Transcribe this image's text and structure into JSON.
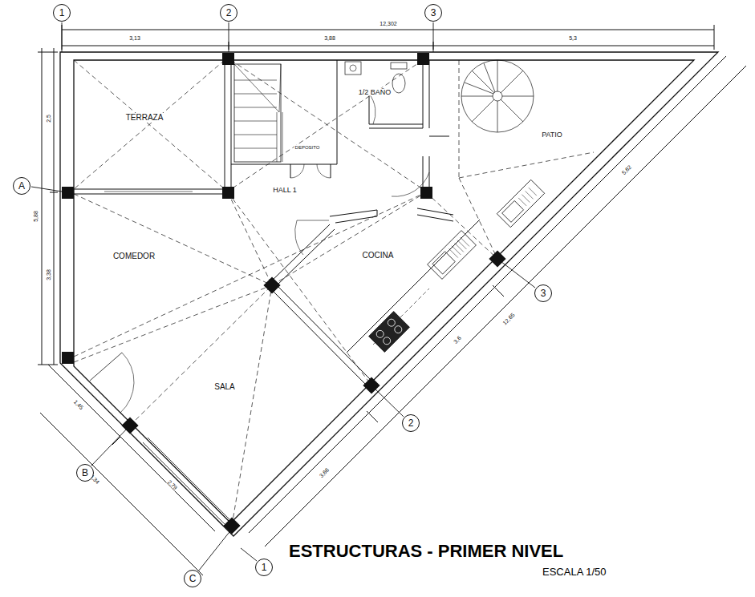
{
  "diagram": {
    "title": "ESTRUCTURAS - PRIMER NIVEL",
    "caption": "ESCALA 1/50",
    "nodes": [
      {
        "text": [
          "1"
        ]
      },
      {
        "text": [
          "2"
        ]
      },
      {
        "text": [
          "3"
        ]
      },
      {
        "text": [
          "A"
        ]
      },
      {
        "text": [
          "3"
        ]
      },
      {
        "text": [
          "2"
        ]
      },
      {
        "text": [
          "B"
        ]
      },
      {
        "text": [
          "C"
        ]
      },
      {
        "text": [
          "1"
        ]
      }
    ],
    "labels": [
      "TERRAZA",
      "1/2 BAÑO",
      "DEPOSITO",
      "HALL 1",
      "PATIO",
      "COMEDOR",
      "COCINA",
      "SALA",
      "12,302",
      "3,13",
      "3,88",
      "5,3",
      "2,5",
      "5,88",
      "3,38",
      "5,62",
      "3,6",
      "12,65",
      "3,66",
      "1,45",
      "4,34",
      "2,79"
    ]
  }
}
